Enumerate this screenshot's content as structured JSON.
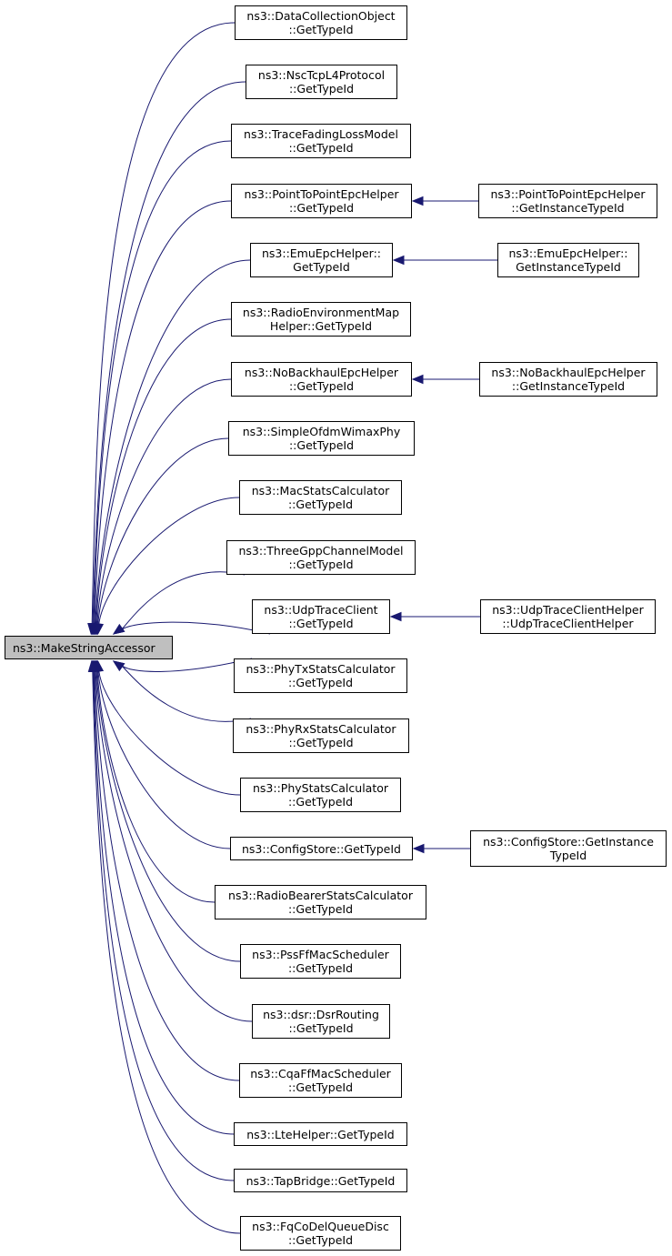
{
  "diagram": {
    "edge_color": "#191970",
    "root": "ns3::MakeStringAccessor",
    "nodes": [
      {
        "id": "dco",
        "label": "ns3::DataCollectionObject\n::GetTypeId"
      },
      {
        "id": "nsc",
        "label": "ns3::NscTcpL4Protocol\n::GetTypeId"
      },
      {
        "id": "tfl",
        "label": "ns3::TraceFadingLossModel\n::GetTypeId"
      },
      {
        "id": "ptp",
        "label": "ns3::PointToPointEpcHelper\n::GetTypeId"
      },
      {
        "id": "emu",
        "label": "ns3::EmuEpcHelper::\nGetTypeId"
      },
      {
        "id": "rem",
        "label": "ns3::RadioEnvironmentMap\nHelper::GetTypeId"
      },
      {
        "id": "nob",
        "label": "ns3::NoBackhaulEpcHelper\n::GetTypeId"
      },
      {
        "id": "sow",
        "label": "ns3::SimpleOfdmWimaxPhy\n::GetTypeId"
      },
      {
        "id": "msc",
        "label": "ns3::MacStatsCalculator\n::GetTypeId"
      },
      {
        "id": "tgc",
        "label": "ns3::ThreeGppChannelModel\n::GetTypeId"
      },
      {
        "id": "utc",
        "label": "ns3::UdpTraceClient\n::GetTypeId"
      },
      {
        "id": "ptx",
        "label": "ns3::PhyTxStatsCalculator\n::GetTypeId"
      },
      {
        "id": "prx",
        "label": "ns3::PhyRxStatsCalculator\n::GetTypeId"
      },
      {
        "id": "psc",
        "label": "ns3::PhyStatsCalculator\n::GetTypeId"
      },
      {
        "id": "cfg",
        "label": "ns3::ConfigStore::GetTypeId"
      },
      {
        "id": "rbs",
        "label": "ns3::RadioBearerStatsCalculator\n::GetTypeId"
      },
      {
        "id": "pss",
        "label": "ns3::PssFfMacScheduler\n::GetTypeId"
      },
      {
        "id": "dsr",
        "label": "ns3::dsr::DsrRouting\n::GetTypeId"
      },
      {
        "id": "cqa",
        "label": "ns3::CqaFfMacScheduler\n::GetTypeId"
      },
      {
        "id": "lte",
        "label": "ns3::LteHelper::GetTypeId"
      },
      {
        "id": "tap",
        "label": "ns3::TapBridge::GetTypeId"
      },
      {
        "id": "fqc",
        "label": "ns3::FqCoDelQueueDisc\n::GetTypeId"
      }
    ],
    "secondary": [
      {
        "id": "ptp2",
        "parent": "ptp",
        "label": "ns3::PointToPointEpcHelper\n::GetInstanceTypeId"
      },
      {
        "id": "emu2",
        "parent": "emu",
        "label": "ns3::EmuEpcHelper::\nGetInstanceTypeId"
      },
      {
        "id": "nob2",
        "parent": "nob",
        "label": "ns3::NoBackhaulEpcHelper\n::GetInstanceTypeId"
      },
      {
        "id": "utc2",
        "parent": "utc",
        "label": "ns3::UdpTraceClientHelper\n::UdpTraceClientHelper"
      },
      {
        "id": "cfg2",
        "parent": "cfg",
        "label": "ns3::ConfigStore::GetInstance\nTypeId"
      }
    ]
  }
}
